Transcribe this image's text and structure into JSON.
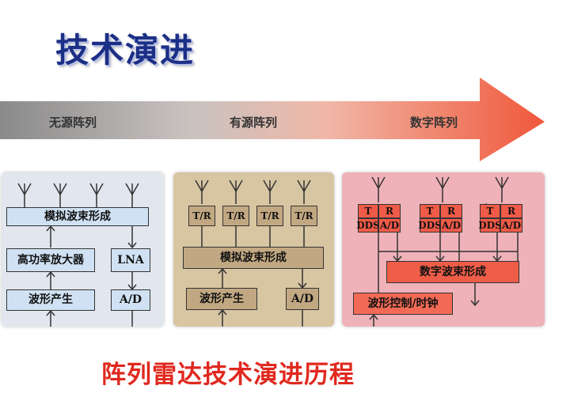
{
  "title": "技术演进",
  "stages": [
    "无源阵列",
    "有源阵列",
    "数字阵列"
  ],
  "passive": {
    "beamforming": "模拟波束形成",
    "hpa": "高功率放大器",
    "lna": "LNA",
    "waveform": "波形产生",
    "ad": "A/D"
  },
  "active": {
    "tr": [
      "T/R",
      "T/R",
      "T/R",
      "T/R"
    ],
    "beamforming": "模拟波束形成",
    "waveform": "波形产生",
    "ad": "A/D"
  },
  "digital": {
    "t": "T",
    "r": "R",
    "dds": "DDS",
    "ad": "A/D",
    "beamforming": "数字波束形成",
    "control": "波形控制/时钟"
  },
  "caption": "阵列雷达技术演进历程",
  "colors": {
    "title": "#1c2f86",
    "caption": "#e0281e",
    "arrow_start": "#7a7a7a",
    "arrow_end": "#f05a3c"
  }
}
